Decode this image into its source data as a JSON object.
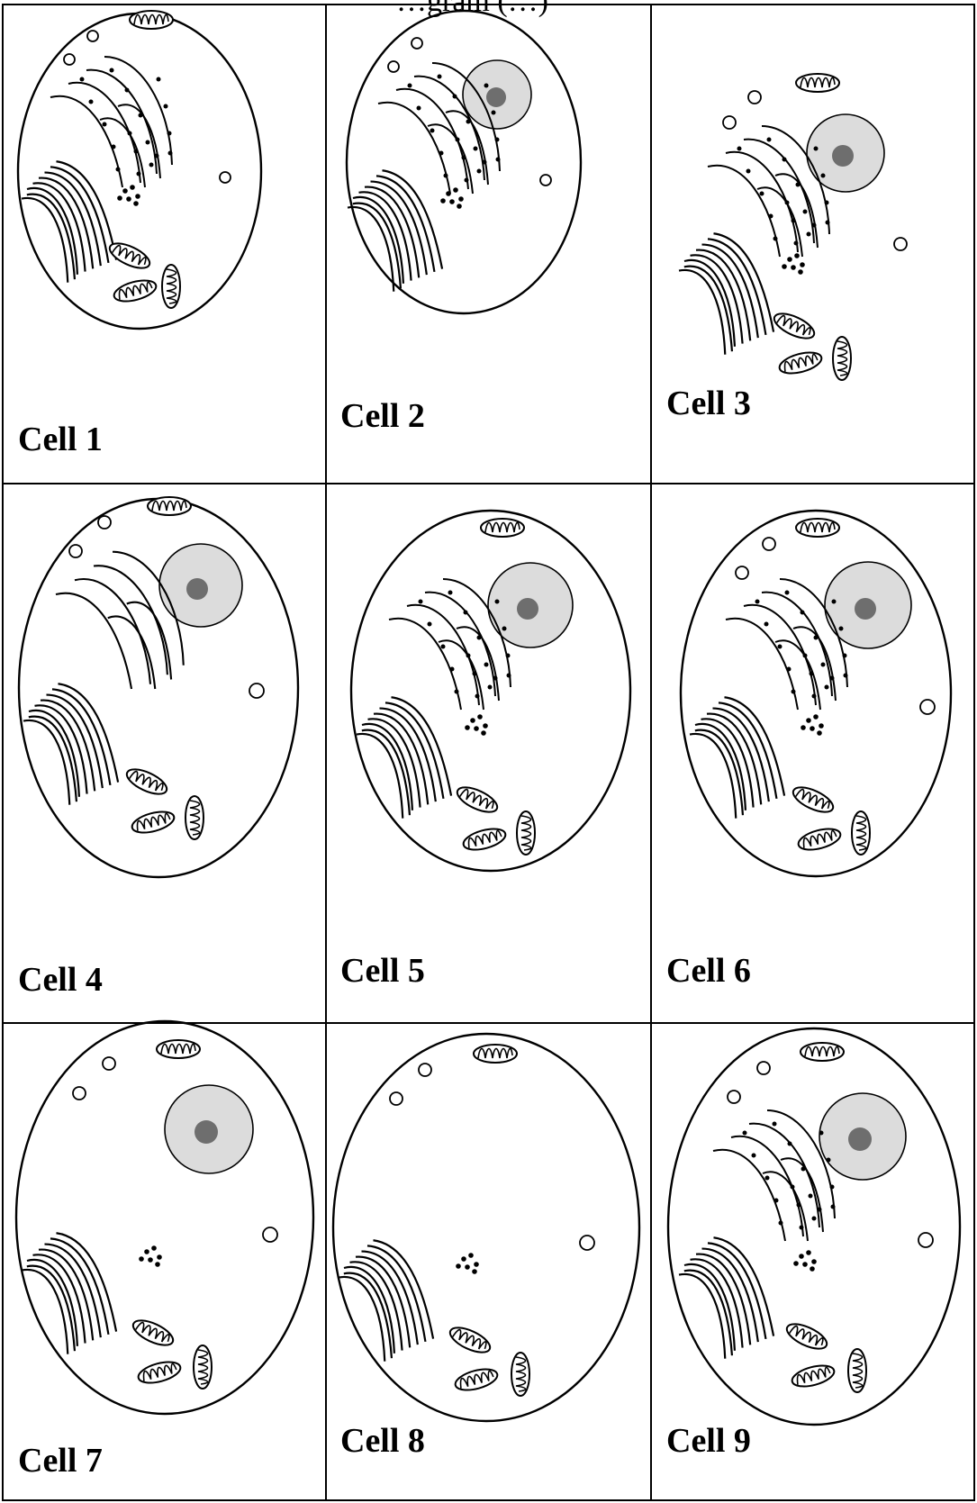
{
  "title": "…gram (…)",
  "colors": {
    "nucleus_fill": "#dcdcdc",
    "nucleolus_fill": "#6e6e6e",
    "line": "#000000",
    "background": "#ffffff"
  },
  "cells": [
    {
      "label": "Cell 1",
      "organelles": [
        "cell-membrane",
        "rough-er",
        "golgi",
        "mitochondria",
        "vesicles",
        "ribosomes"
      ]
    },
    {
      "label": "Cell 2",
      "organelles": [
        "cell-membrane",
        "nucleus",
        "rough-er",
        "golgi",
        "vesicles",
        "ribosomes"
      ]
    },
    {
      "label": "Cell 3",
      "organelles": [
        "nucleus",
        "rough-er",
        "golgi",
        "mitochondria",
        "vesicles",
        "ribosomes"
      ]
    },
    {
      "label": "Cell 4",
      "organelles": [
        "cell-membrane",
        "nucleus",
        "smooth-er",
        "golgi",
        "mitochondria",
        "vesicles"
      ]
    },
    {
      "label": "Cell 5",
      "organelles": [
        "cell-membrane",
        "nucleus",
        "rough-er",
        "golgi",
        "mitochondria",
        "ribosomes"
      ]
    },
    {
      "label": "Cell 6",
      "organelles": [
        "cell-membrane",
        "nucleus",
        "rough-er",
        "golgi",
        "mitochondria",
        "vesicles",
        "ribosomes"
      ]
    },
    {
      "label": "Cell 7",
      "organelles": [
        "cell-membrane",
        "nucleus",
        "golgi",
        "mitochondria",
        "vesicles",
        "ribosomes"
      ]
    },
    {
      "label": "Cell 8",
      "organelles": [
        "cell-membrane",
        "golgi",
        "mitochondria",
        "vesicles",
        "ribosomes"
      ]
    },
    {
      "label": "Cell 9",
      "organelles": [
        "cell-membrane",
        "nucleus",
        "rough-er",
        "golgi",
        "mitochondria",
        "vesicles",
        "ribosomes"
      ]
    }
  ]
}
